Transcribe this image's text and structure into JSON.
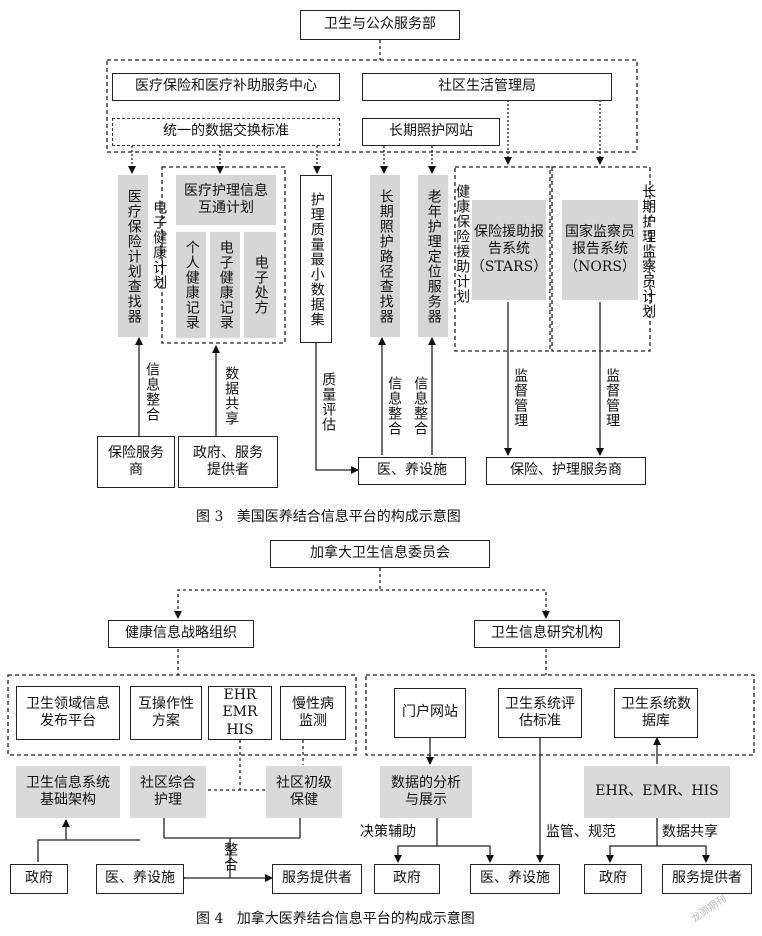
{
  "fig3": {
    "top": "卫生与公众服务部",
    "medicaid_center": "医疗保险和医疗补助服务中心",
    "community_bureau": "社区生活管理局",
    "data_standard": "统一的数据交换标准",
    "ltc_website": "长期照护网站",
    "medicare_finder": "医疗保险计划查找器",
    "ehealth_plan": "电子健康计划",
    "care_info_plan": "医疗护理信息互通计划",
    "phr": "个人健康记录",
    "emr": "电子健康记录",
    "eprescription": "电子处方",
    "mds": "护理质量最小数据集",
    "ltc_path_finder": "长期照护路径查找器",
    "elder_locator": "老年护理定位服务器",
    "health_assist_plan": "健康保险援助计划",
    "stars": "保险援助报告系统（STARS）",
    "ltc_ombudsman_plan": "长期护理监察员计划",
    "nors": "国家监察员报告系统（NORS）",
    "insurer": "保险服务商",
    "gov_provider": "政府、服务提供者",
    "facility": "医、养设施",
    "insure_care_provider": "保险、护理服务商",
    "lbl_info_integration": "信息整合",
    "lbl_data_sharing": "数据共享",
    "lbl_quality_eval": "质量评估",
    "lbl_info_integration2": "信息整合",
    "lbl_info_integration3": "信息整合",
    "lbl_supervision1": "监督管理",
    "lbl_supervision2": "监督管理",
    "caption": "图 3   美国医养结合信息平台的构成示意图"
  },
  "fig4": {
    "top": "加拿大卫生信息委员会",
    "strategy_org": "健康信息战略组织",
    "research_inst": "卫生信息研究机构",
    "publish_platform": "卫生领域信息发布平台",
    "interop": "互操作性方案",
    "ehr_emr_his": "EHR EMR HIS",
    "chronic": "慢性病监测",
    "portal": "门户网站",
    "eval_standard": "卫生系统评估标准",
    "database": "卫生系统数据库",
    "infra": "卫生信息系统基础架构",
    "community_care": "社区综合护理",
    "primary_care": "社区初级保健",
    "analysis": "数据的分析与展示",
    "ehr_line": "EHR、EMR、HIS",
    "gov1": "政府",
    "facility1": "医、养设施",
    "provider1": "服务提供者",
    "gov2": "政府",
    "facility2": "医、养设施",
    "gov3": "政府",
    "provider3": "服务提供者",
    "lbl_integrate": "整合",
    "lbl_decision": "决策辅助",
    "lbl_supervise": "监管、规范",
    "lbl_share": "数据共享",
    "caption": "图 4   加拿大医养结合信息平台的构成示意图"
  },
  "watermark": "龙源期刊"
}
